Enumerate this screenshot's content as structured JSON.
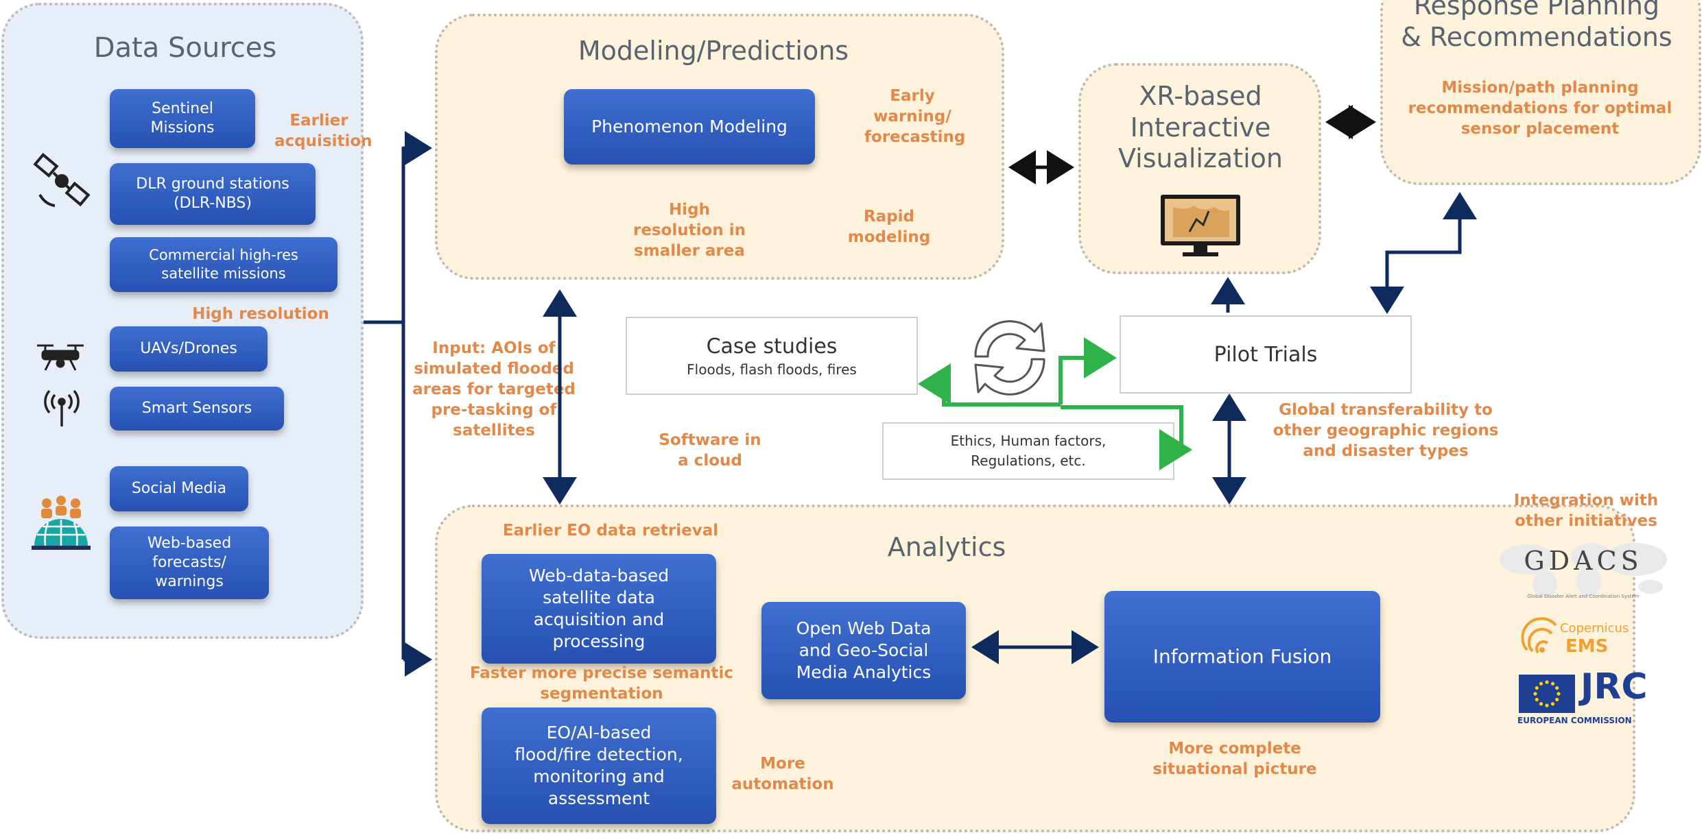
{
  "data_sources": {
    "title": "Data Sources",
    "items": [
      "Sentinel\nMissions",
      "DLR ground stations\n(DLR-NBS)",
      "Commercial high-res\nsatellite missions",
      "UAVs/Drones",
      "Smart Sensors",
      "Social Media",
      "Web-based\nforecasts/\nwarnings"
    ],
    "note_earlier": "Earlier\nacquisition",
    "note_highres": "High resolution"
  },
  "modeling": {
    "title": "Modeling/Predictions",
    "box": "Phenomenon Modeling",
    "note_early": "Early\nwarning/\nforecasting",
    "note_highres": "High\nresolution in\nsmaller area",
    "note_rapid": "Rapid\nmodeling"
  },
  "xr": {
    "title": "XR-based\nInteractive\nVisualization"
  },
  "response": {
    "title": "Response Planning\n& Recommendations",
    "note": "Mission/path planning\nrecommendations for optimal\nsensor placement"
  },
  "middle": {
    "input_note": "Input: AOIs of\nsimulated flooded\nareas for targeted\npre-tasking of\nsatellites",
    "software_note": "Software in\na cloud",
    "case_title": "Case studies",
    "case_sub": "Floods, flash floods, fires",
    "pilot": "Pilot Trials",
    "ethics": "Ethics, Human factors,\nRegulations, etc.",
    "global_note": "Global transferability to\nother geographic regions\nand disaster types"
  },
  "analytics": {
    "title": "Analytics",
    "note_earlier": "Earlier EO data retrieval",
    "box_web": "Web-data-based\nsatellite data\nacquisition and\nprocessing",
    "note_faster": "Faster more precise semantic\nsegmentation",
    "box_eo": "EO/AI-based\nflood/fire detection,\nmonitoring and\nassessment",
    "note_auto": "More\nautomation",
    "box_open": "Open Web Data\nand Geo-Social\nMedia Analytics",
    "box_fusion": "Information Fusion",
    "note_complete": "More complete\nsituational picture"
  },
  "integration": {
    "note": "Integration with\nother initiatives",
    "gdacs": "GDACS",
    "gdacs_sub": "Global Disaster Alert and Coordination System",
    "copernicus": "Copernicus",
    "ems": "EMS",
    "jrc": "JRC",
    "ec": "EUROPEAN COMMISSION"
  },
  "colors": {
    "box_blue": "#2f5fc4",
    "note_orange": "#e0894a",
    "arrow_navy": "#0f2a5c",
    "green": "#2fb24a"
  }
}
